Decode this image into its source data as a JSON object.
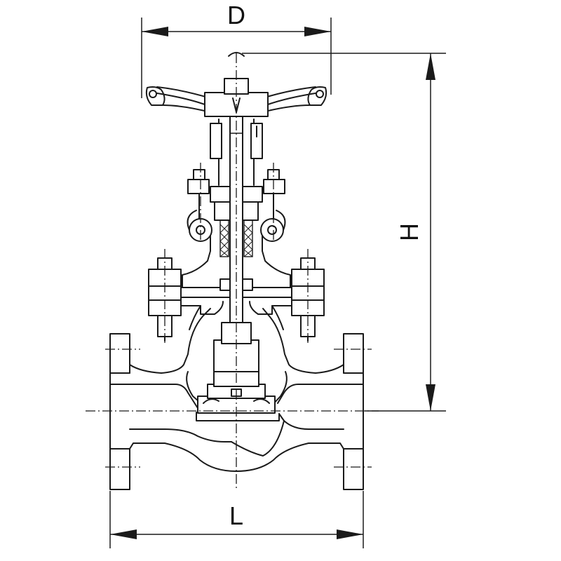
{
  "drawing": {
    "dimensions": {
      "diameter_label": "D",
      "height_label": "H",
      "length_label": "L"
    }
  }
}
